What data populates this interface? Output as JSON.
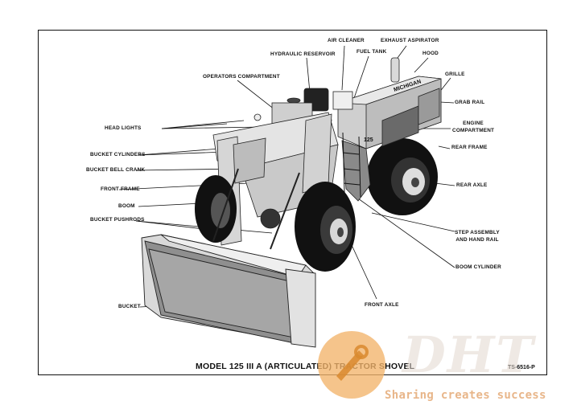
{
  "labels": {
    "air_cleaner": "AIR CLEANER",
    "exhaust_aspirator": "EXHAUST ASPIRATOR",
    "hydraulic_reservoir": "HYDRAULIC RESERVOIR",
    "fuel_tank": "FUEL TANK",
    "hood": "HOOD",
    "operators_compartment": "OPERATORS COMPARTMENT",
    "grille": "GRILLE",
    "grab_rail": "GRAB RAIL",
    "head_lights": "HEAD LIGHTS",
    "engine_compartment": "ENGINE COMPARTMENT",
    "rear_frame": "REAR FRAME",
    "bucket_cylinders": "BUCKET CYLINDERS",
    "bucket_bell_crank": "BUCKET BELL CRANK",
    "front_frame": "FRONT FRAME",
    "rear_axle": "REAR AXLE",
    "boom": "BOOM",
    "bucket_pushrods": "BUCKET PUSHRODS",
    "step_assembly": "STEP ASSEMBLY AND HAND RAIL",
    "boom_cylinder": "BOOM CYLINDER",
    "bucket": "BUCKET",
    "front_axle": "FRONT AXLE"
  },
  "machine": {
    "brand_plate": "MICHIGAN",
    "model_badge": "125"
  },
  "caption": "MODEL 125 III A (ARTICULATED) TRACTOR SHOVEL",
  "figure_code": "TS-6516-P",
  "watermark": {
    "logo": "DHT",
    "slogan": "Sharing creates success",
    "color": "#e8a35c"
  }
}
